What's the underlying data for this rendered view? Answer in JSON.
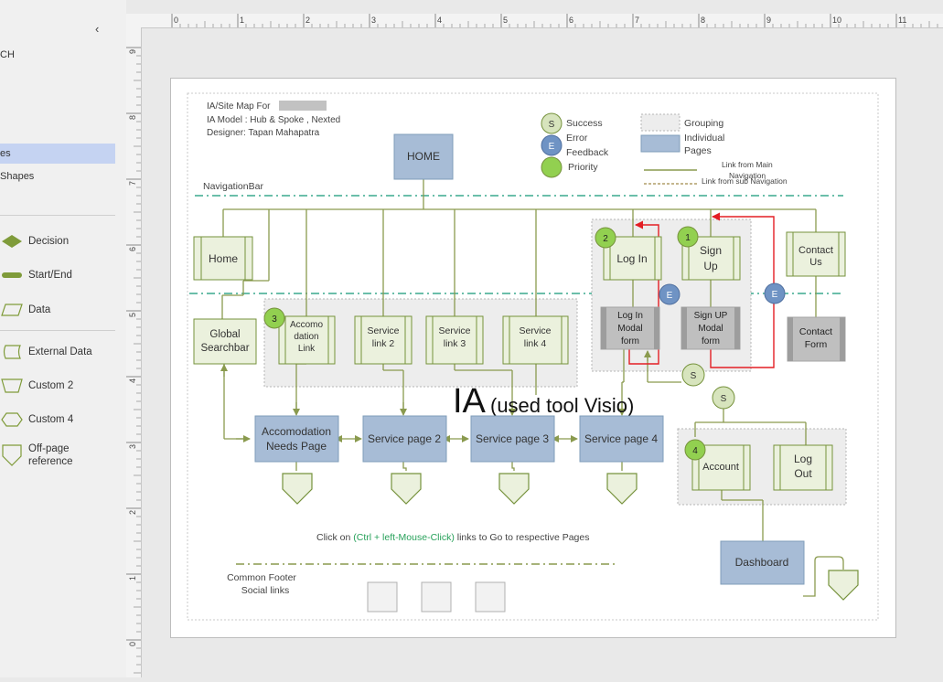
{
  "sidebar": {
    "collapse_glyph": "‹",
    "stencil_fragment": "CH",
    "tabs": [
      "es",
      "Shapes"
    ],
    "shapes": [
      {
        "label": "Decision",
        "icon": "decision-icon"
      },
      {
        "label": "Start/End",
        "icon": "start-end-icon"
      },
      {
        "label": "Data",
        "icon": "data-icon"
      },
      {
        "label": "External Data",
        "icon": "external-data-icon"
      },
      {
        "label": "Custom 2",
        "icon": "custom-2-icon"
      },
      {
        "label": "Custom 4",
        "icon": "custom-4-icon"
      },
      {
        "label": "Off-page reference",
        "icon": "off-page-reference-icon"
      }
    ]
  },
  "ruler": {
    "horizontal": [
      "0",
      "1",
      "2",
      "3",
      "4",
      "5",
      "6",
      "7",
      "8",
      "9",
      "10",
      "11"
    ],
    "vertical": [
      "9",
      "8",
      "7",
      "6",
      "5",
      "4",
      "3",
      "2",
      "1",
      "0"
    ]
  },
  "diagram": {
    "header": [
      "IA/Site Map For",
      "IA Model : Hub  & Spoke , Nexted",
      "Designer: Tapan Mahapatra"
    ],
    "legend": {
      "success_letter": "S",
      "success": "Success",
      "error_letter": "E",
      "error": "Error",
      "feedback": "Feedback",
      "priority": "Priority",
      "grouping": "Grouping",
      "individual_pages": "Individual Pages",
      "main_nav": "Link from Main Navigation",
      "sub_nav": "Link from sub Navigation"
    },
    "navigation_bar_label": "NavigationBar",
    "home_top": "HOME",
    "nav_pages": {
      "home": "Home",
      "login": "Log In",
      "signup": "Sign Up",
      "contact": "Contact Us"
    },
    "sub_links": {
      "global_searchbar": "Global Searchbar",
      "accomodation_link": "Accomodation Link",
      "service2": "Service link 2",
      "service3": "Service link 3",
      "service4": "Service link 4",
      "login_modal": "Log In Modal form",
      "signup_modal": "Sign UP Modal form",
      "contact_form": "Contact Form"
    },
    "pages": {
      "accomodation_needs": "Accomodation Needs Page",
      "service_page_2": "Service page 2",
      "service_page_3": "Service page 3",
      "service_page_4": "Service page 4",
      "account": "Account",
      "logout": "Log Out",
      "dashboard": "Dashboard"
    },
    "priority_badges": [
      "1",
      "2",
      "3",
      "4"
    ],
    "error_badge": "E",
    "success_badge": "S",
    "title_big": "IA",
    "title_small": "(used tool Visio)",
    "click_prefix": "Click on ",
    "click_hint": "(Ctrl + left-Mouse-Click)",
    "click_suffix": " links to Go to respective Pages",
    "footer": [
      "Common Footer",
      "Social links"
    ]
  },
  "colors": {
    "green_box": "#ebf1dd",
    "green_border": "#76923c",
    "blue_box": "#a7bcd6",
    "blue_border": "#7f9db9",
    "connector": "#8a9a4e",
    "red_arrow": "#e31e24",
    "priority_green": "#92d050",
    "error_blue": "#6f93c4",
    "dash_teal": "#3aa88e"
  }
}
